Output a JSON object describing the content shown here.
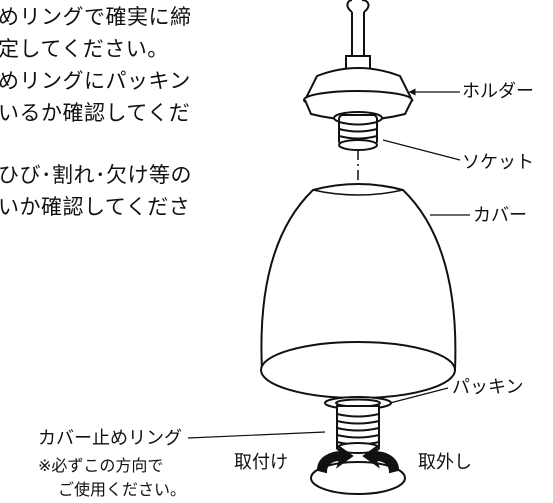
{
  "instructions": {
    "lines": [
      "めリングで確実に締",
      "定してください。",
      "めリングにパッキン",
      "いるか確認してくだ",
      "ひび･割れ･欠け等の",
      "いか確認してくださ"
    ]
  },
  "labels": {
    "holder": "ホルダー",
    "socket": "ソケット",
    "cover": "カバー",
    "packing": "パッキン",
    "ring": "カバー止めリング",
    "note_line1": "※必ずこの方向で",
    "note_line2": "ご使用ください。",
    "attach": "取付け",
    "detach": "取外し"
  }
}
